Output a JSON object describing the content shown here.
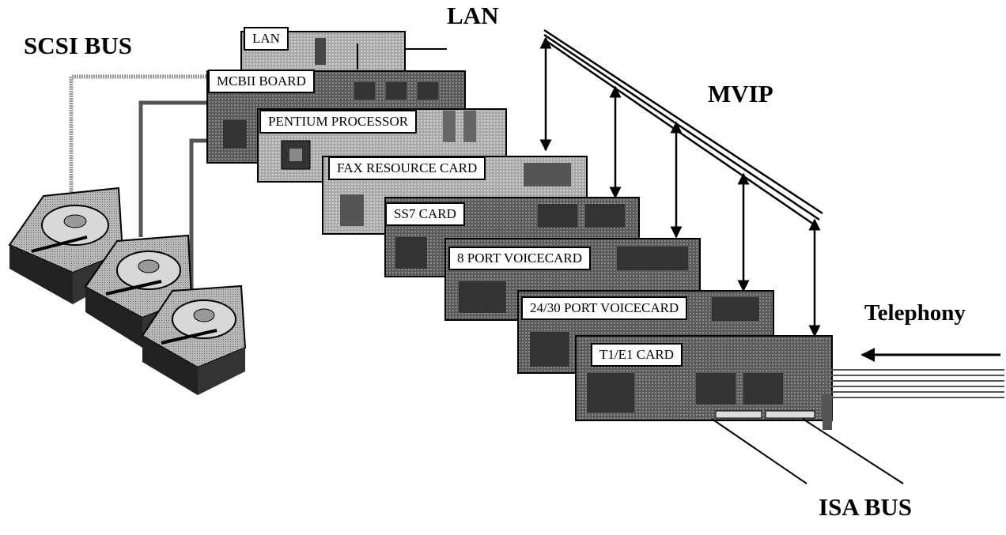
{
  "labels": {
    "scsi_bus": "SCSI BUS",
    "lan_top": "LAN",
    "mvip": "MVIP",
    "telephony": "Telephony",
    "isa_bus": "ISA BUS"
  },
  "cards": [
    {
      "name": "lan-card",
      "label": "LAN"
    },
    {
      "name": "mcbii-board",
      "label": "MCBII BOARD"
    },
    {
      "name": "pentium-processor-card",
      "label": "PENTIUM PROCESSOR"
    },
    {
      "name": "fax-resource-card",
      "label": "FAX RESOURCE CARD"
    },
    {
      "name": "ss7-card",
      "label": "SS7 CARD"
    },
    {
      "name": "8-port-voicecard",
      "label": "8 PORT VOICECARD"
    },
    {
      "name": "24-30-port-voicecard",
      "label": "24/30 PORT VOICECARD"
    },
    {
      "name": "t1-e1-card",
      "label": "T1/E1 CARD"
    }
  ],
  "colors": {
    "board_dark": "#5a5a5a",
    "board_light": "#a8a8a8",
    "line": "#000000",
    "scsi_cable": "#9a9a9a"
  }
}
